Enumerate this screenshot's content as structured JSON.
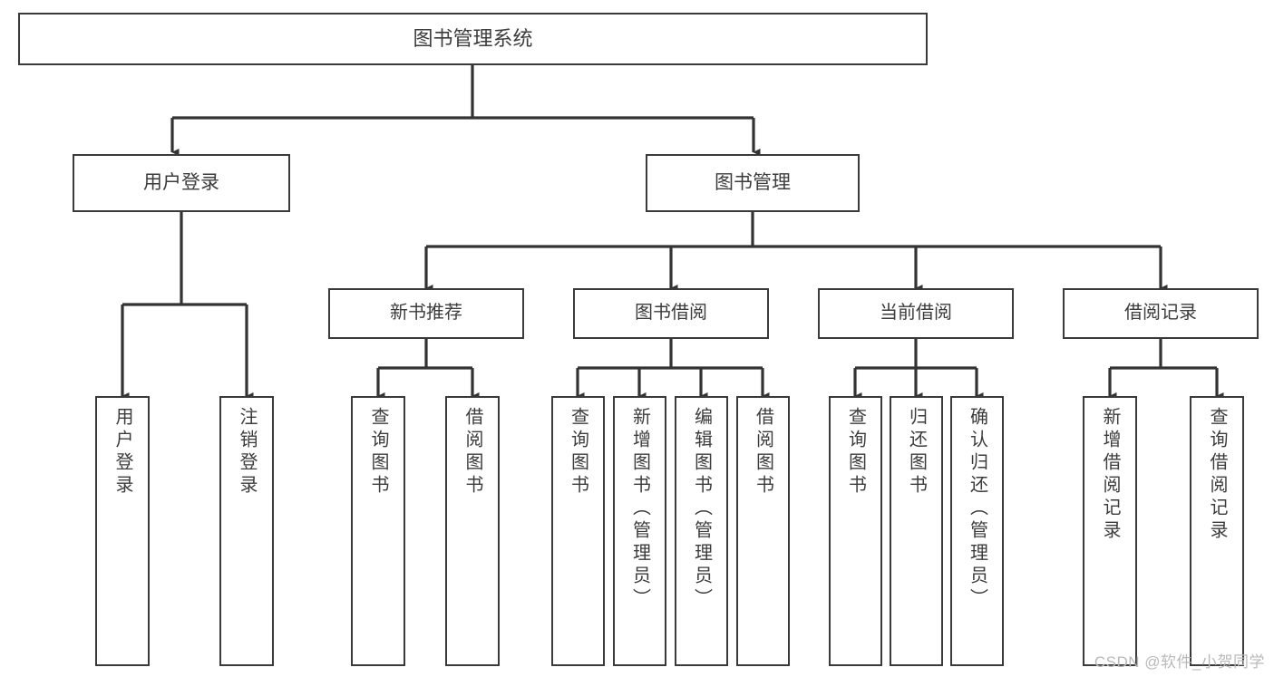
{
  "diagram": {
    "title": "图书管理系统",
    "type": "hierarchy-tree",
    "colors": {
      "box_border": "#3a3a3a",
      "box_fill": "#ffffff",
      "connector": "#333333",
      "text": "#3c3c3c",
      "watermark": "#b9b9b9",
      "background": "#ffffff"
    },
    "root": {
      "label": "图书管理系统"
    },
    "level_one": [
      {
        "label": "用户登录"
      },
      {
        "label": "图书管理"
      }
    ],
    "level_two": [
      {
        "label": "新书推荐"
      },
      {
        "label": "图书借阅"
      },
      {
        "label": "当前借阅"
      },
      {
        "label": "借阅记录"
      }
    ],
    "leaves": {
      "user_login": [
        {
          "label": "用户登录"
        },
        {
          "label": "注销登录"
        }
      ],
      "new_book_recommend": [
        {
          "label": "查询图书"
        },
        {
          "label": "借阅图书"
        }
      ],
      "book_borrow": [
        {
          "label": "查询图书"
        },
        {
          "label": "新增图书（管理员）"
        },
        {
          "label": "编辑图书（管理员）"
        },
        {
          "label": "借阅图书"
        }
      ],
      "current_borrow": [
        {
          "label": "查询图书"
        },
        {
          "label": "归还图书"
        },
        {
          "label": "确认归还（管理员）"
        }
      ],
      "borrow_record": [
        {
          "label": "新增借阅记录"
        },
        {
          "label": "查询借阅记录"
        }
      ]
    },
    "watermark": "CSDN @软件_小贺同学"
  }
}
